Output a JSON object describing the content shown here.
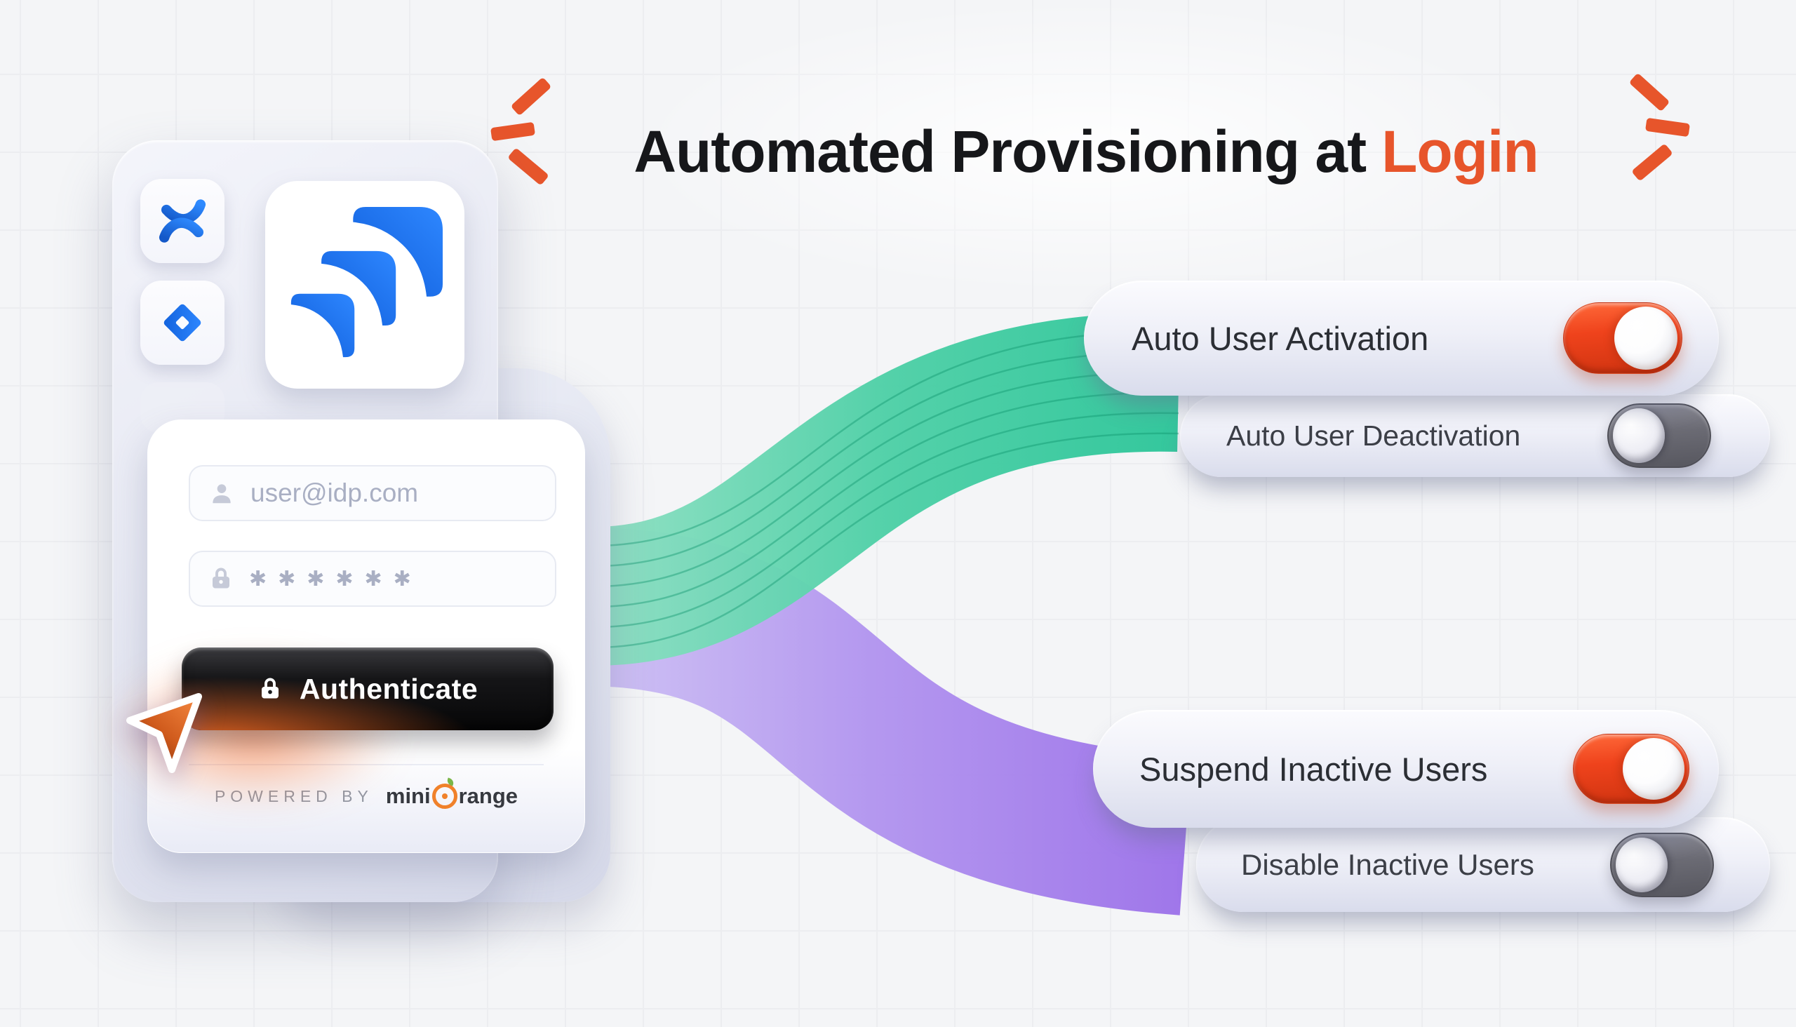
{
  "header": {
    "title_pre": "Automated Provisioning at",
    "title_highlight": "Login",
    "accent_color": "#E7552B"
  },
  "login_panel": {
    "email_placeholder": "user@idp.com",
    "password_mask": "✱✱✱✱✱✱",
    "authenticate_label": "Authenticate",
    "powered_by_label": "POWERED BY",
    "brand_pre": "mini",
    "brand_post": "range"
  },
  "toggle_cards": [
    {
      "label": "Auto User Activation",
      "state": "on"
    },
    {
      "label": "Auto User Deactivation",
      "state": "off"
    },
    {
      "label": "Suspend Inactive Users",
      "state": "on"
    },
    {
      "label": "Disable Inactive Users",
      "state": "off"
    }
  ],
  "icons": {
    "small_tiles": [
      "confluence-icon",
      "jira-icon"
    ],
    "big_tile": "jira-logo",
    "email_icon": "user-icon",
    "password_icon": "lock-icon",
    "button_icon": "lock-icon",
    "pointer": "cursor-icon"
  },
  "colors": {
    "toggle_on": "#EF431C",
    "toggle_off": "#66666E",
    "ribbon_green": "#2EC69A",
    "ribbon_purple": "#9F76EA",
    "spark_orange": "#E7552B",
    "button_black": "#0B0B0D"
  }
}
